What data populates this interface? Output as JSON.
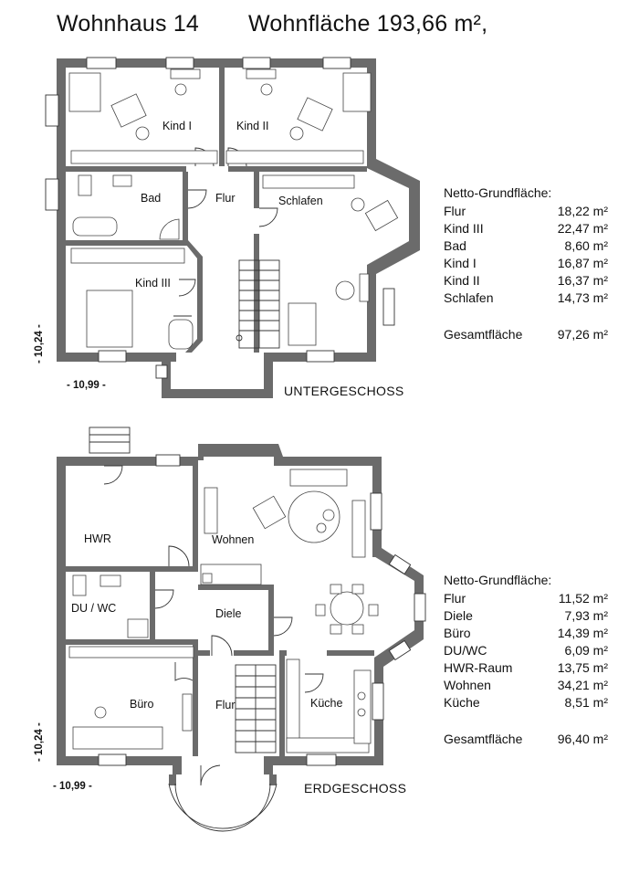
{
  "header": {
    "house": "Wohnhaus 14",
    "living_area": "Wohnfläche 193,66 m²,"
  },
  "upper_floor": {
    "label": "UNTERGESCHOSS",
    "dim_width": "- 10,99 -",
    "dim_depth": "- 10,24 -",
    "rooms": {
      "kind1": "Kind I",
      "kind2": "Kind II",
      "bad": "Bad",
      "flur": "Flur",
      "schlafen": "Schlafen",
      "kind3": "Kind III"
    },
    "area_table": {
      "title": "Netto-Grundfläche:",
      "rows": [
        {
          "name": "Flur",
          "value": "18,22 m²"
        },
        {
          "name": "Kind III",
          "value": "22,47 m²"
        },
        {
          "name": "Bad",
          "value": "8,60 m²"
        },
        {
          "name": "Kind I",
          "value": "16,87 m²"
        },
        {
          "name": "Kind II",
          "value": "16,37 m²"
        },
        {
          "name": "Schlafen",
          "value": "14,73 m²"
        }
      ],
      "total_name": "Gesamtfläche",
      "total_value": "97,26 m²"
    }
  },
  "ground_floor": {
    "label": "ERDGESCHOSS",
    "dim_width": "- 10,99 -",
    "dim_depth": "- 10,24 -",
    "rooms": {
      "hwr": "HWR",
      "wohnen": "Wohnen",
      "du_wc": "DU / WC",
      "diele": "Diele",
      "buero": "Büro",
      "flur": "Flur",
      "kueche": "Küche"
    },
    "area_table": {
      "title": "Netto-Grundfläche:",
      "rows": [
        {
          "name": "Flur",
          "value": "11,52 m²"
        },
        {
          "name": "Diele",
          "value": "7,93 m²"
        },
        {
          "name": "Büro",
          "value": "14,39 m²"
        },
        {
          "name": "DU/WC",
          "value": "6,09 m²"
        },
        {
          "name": "HWR-Raum",
          "value": "13,75 m²"
        },
        {
          "name": "Wohnen",
          "value": "34,21 m²"
        },
        {
          "name": "Küche",
          "value": "8,51 m²"
        }
      ],
      "total_name": "Gesamtfläche",
      "total_value": "96,40 m²"
    }
  },
  "colors": {
    "wall": "#6b6b6b",
    "ink": "#111111",
    "paper": "#ffffff"
  }
}
